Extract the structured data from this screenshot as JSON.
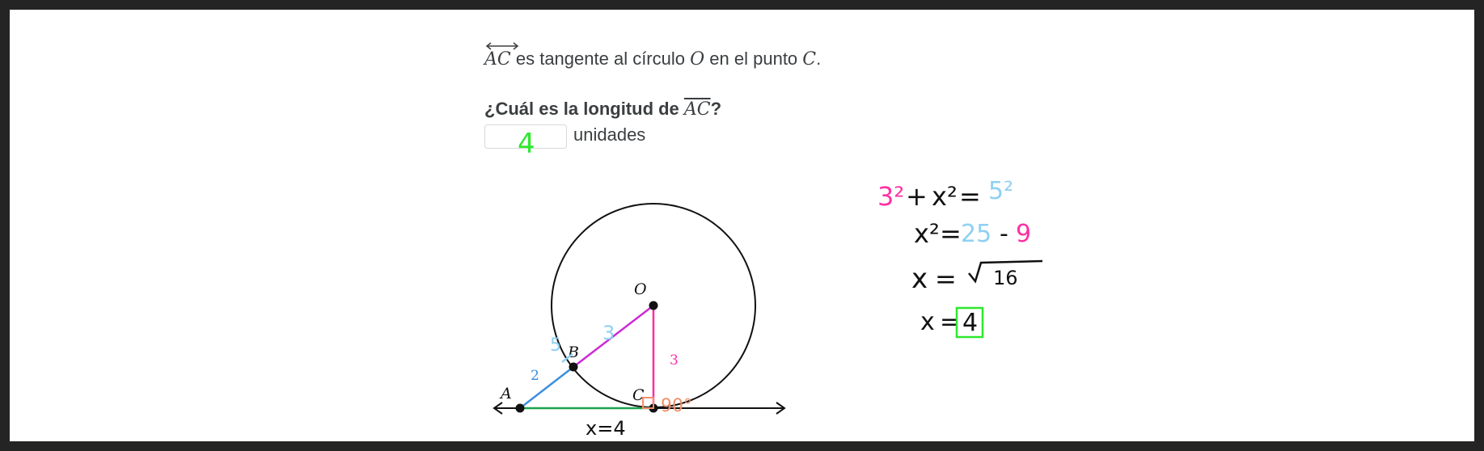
{
  "problem": {
    "line1_segment": "AC",
    "line1_text_a": "es tangente al círculo",
    "line1_circle": "O",
    "line1_text_b": "en el punto",
    "line1_point": "C",
    "line1_end": ".",
    "question_text": "¿Cuál es la longitud de",
    "question_segment": "AC",
    "question_end": "?",
    "answer_units": "unidades"
  },
  "diagram": {
    "label_O": "O",
    "label_A": "A",
    "label_B": "B",
    "label_C": "C",
    "length_AB": "2",
    "length_OC": "3"
  },
  "annotations": {
    "answer_ink": "4",
    "radius_ob": "3",
    "secant_total": "5",
    "angle_90": "90°",
    "tangent_x": "x=4",
    "eq1_a": "3²",
    "eq1_plus": "+",
    "eq1_x": "x²",
    "eq1_eq": "=",
    "eq1_b": "5²",
    "eq2_x": "x²",
    "eq2_eq": "=",
    "eq2_a": "25",
    "eq2_minus": "-",
    "eq2_b": "9",
    "eq3_x": "x",
    "eq3_eq": "=",
    "eq3_val": "16",
    "eq4_x": "x",
    "eq4_eq": "=",
    "eq4_val": "4"
  },
  "colors": {
    "text": "#3b3e40",
    "magenta": "#c92bd4",
    "blue": "#3d8fe0",
    "green": "#1aa34a",
    "pink_ink": "#ff2fa5",
    "light_blue_ink": "#8fd0f2",
    "green_ink": "#2ee82e",
    "orange_ink": "#f2906a",
    "black": "#111111"
  }
}
